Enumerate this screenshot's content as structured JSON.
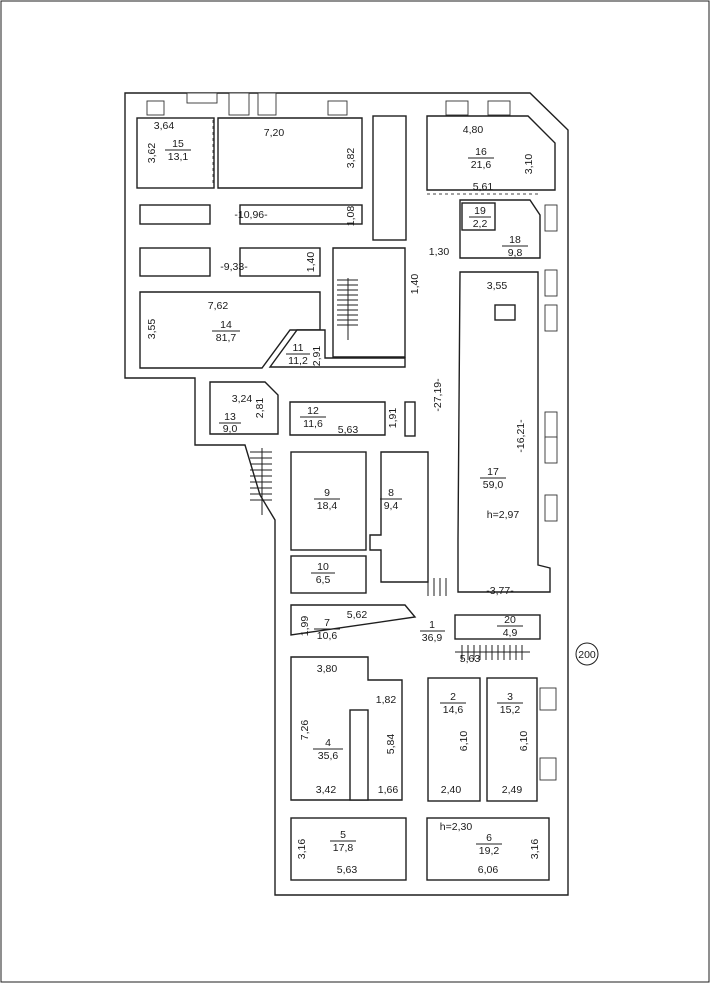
{
  "plan": {
    "marker": "200",
    "rooms": [
      {
        "no": "1",
        "area": "36,9"
      },
      {
        "no": "2",
        "area": "14,6"
      },
      {
        "no": "3",
        "area": "15,2"
      },
      {
        "no": "4",
        "area": "35,6"
      },
      {
        "no": "5",
        "area": "17,8"
      },
      {
        "no": "6",
        "area": "19,2"
      },
      {
        "no": "7",
        "area": "10,6"
      },
      {
        "no": "8",
        "area": "9,4"
      },
      {
        "no": "9",
        "area": "18,4"
      },
      {
        "no": "10",
        "area": "6,5"
      },
      {
        "no": "11",
        "area": "11,2"
      },
      {
        "no": "12",
        "area": "11,6"
      },
      {
        "no": "13",
        "area": "9,0"
      },
      {
        "no": "14",
        "area": "81,7"
      },
      {
        "no": "15",
        "area": "13,1"
      },
      {
        "no": "16",
        "area": "21,6"
      },
      {
        "no": "17",
        "area": "59,0"
      },
      {
        "no": "18",
        "area": "9,8"
      },
      {
        "no": "19",
        "area": "2,2"
      },
      {
        "no": "20",
        "area": "4,9"
      }
    ],
    "dimensions": [
      "3,64",
      "3,62",
      "7,20",
      "3,82",
      "-10,96-",
      "1,08",
      "-9,33-",
      "1,40",
      "7,62",
      "3,55",
      "2,91",
      "3,24",
      "2,81",
      "5,63",
      "1,91",
      "4,80",
      "3,10",
      "5,61",
      "1,30",
      "1,40",
      "3,55",
      "-27,19-",
      "-16,21-",
      "h=2,97",
      "-3,77-",
      "5,62",
      "1,99",
      "5,63",
      "3,80",
      "1,82",
      "7,26",
      "5,84",
      "6,10",
      "6,10",
      "3,42",
      "1,66",
      "2,40",
      "2,49",
      "h=2,30",
      "3,16",
      "5,63",
      "6,06",
      "3,16"
    ]
  }
}
